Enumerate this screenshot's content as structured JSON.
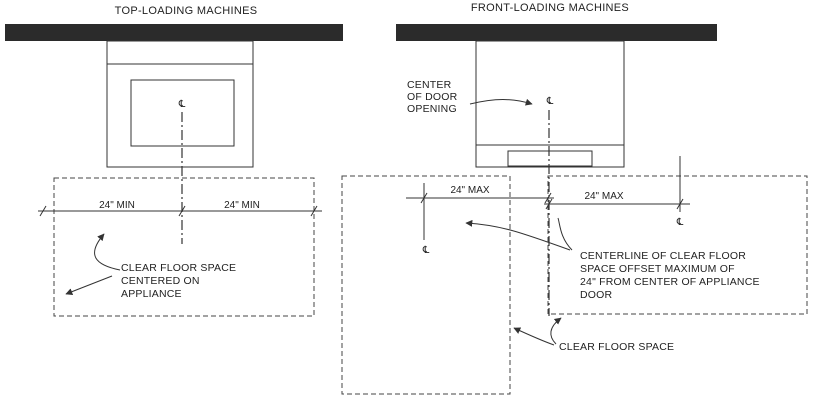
{
  "top_loading": {
    "title": "TOP-LOADING MACHINES",
    "dim_left": "24\" MIN",
    "dim_right": "24\" MIN",
    "note_line1": "CLEAR FLOOR SPACE",
    "note_line2": "CENTERED ON",
    "note_line3": "APPLIANCE",
    "cl_symbol": "℄"
  },
  "front_loading": {
    "title": "FRONT-LOADING MACHINES",
    "door_note_line1": "CENTER",
    "door_note_line2": "OF DOOR",
    "door_note_line3": "OPENING",
    "dim_left": "24\" MAX",
    "dim_right": "24\" MAX",
    "offset_note_line1": "CENTERLINE OF CLEAR FLOOR",
    "offset_note_line2": "SPACE OFFSET MAXIMUM OF",
    "offset_note_line3": "24\" FROM CENTER OF APPLIANCE",
    "offset_note_line4": "DOOR",
    "floor_note": "CLEAR FLOOR SPACE",
    "cl_symbol": "℄"
  }
}
